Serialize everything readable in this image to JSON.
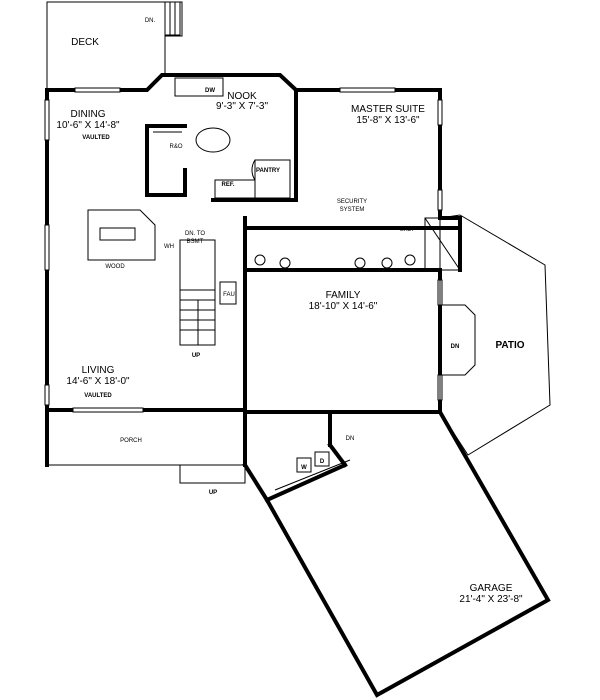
{
  "rooms": {
    "deck": {
      "name": "DECK"
    },
    "nook": {
      "name": "NOOK",
      "size": "9'-3\" X 7'-3\""
    },
    "dining": {
      "name": "DINING",
      "size": "10'-6\" X 14'-8\"",
      "note": "VAULTED"
    },
    "master": {
      "name": "MASTER SUITE",
      "size": "15'-8\" X 13'-6\""
    },
    "family": {
      "name": "FAMILY",
      "size": "18'-10\" X 14'-6\""
    },
    "living": {
      "name": "LIVING",
      "size": "14'-6\" X 18'-0\"",
      "note": "VAULTED"
    },
    "porch": {
      "name": "PORCH"
    },
    "patio": {
      "name": "PATIO"
    },
    "garage": {
      "name": "GARAGE",
      "size": "21'-4\" X 23'-8\""
    }
  },
  "fixtures": {
    "dw": "DW",
    "ref": "REF.",
    "pantry": "PANTRY",
    "range": "R&O",
    "security": [
      "SECURITY",
      "SYSTEM"
    ],
    "sklt": "SKLT",
    "wh": "WH",
    "dn_bsmt": [
      "DN. TO",
      "BSMT"
    ],
    "wood": "WOOD",
    "fau": "FAU",
    "washer": "W",
    "dryer": "D"
  },
  "stairs": {
    "deck_dn": "DN.",
    "stair_up": "UP",
    "patio_dn": "DN",
    "porch_up": "UP",
    "garage_dn": "DN"
  }
}
